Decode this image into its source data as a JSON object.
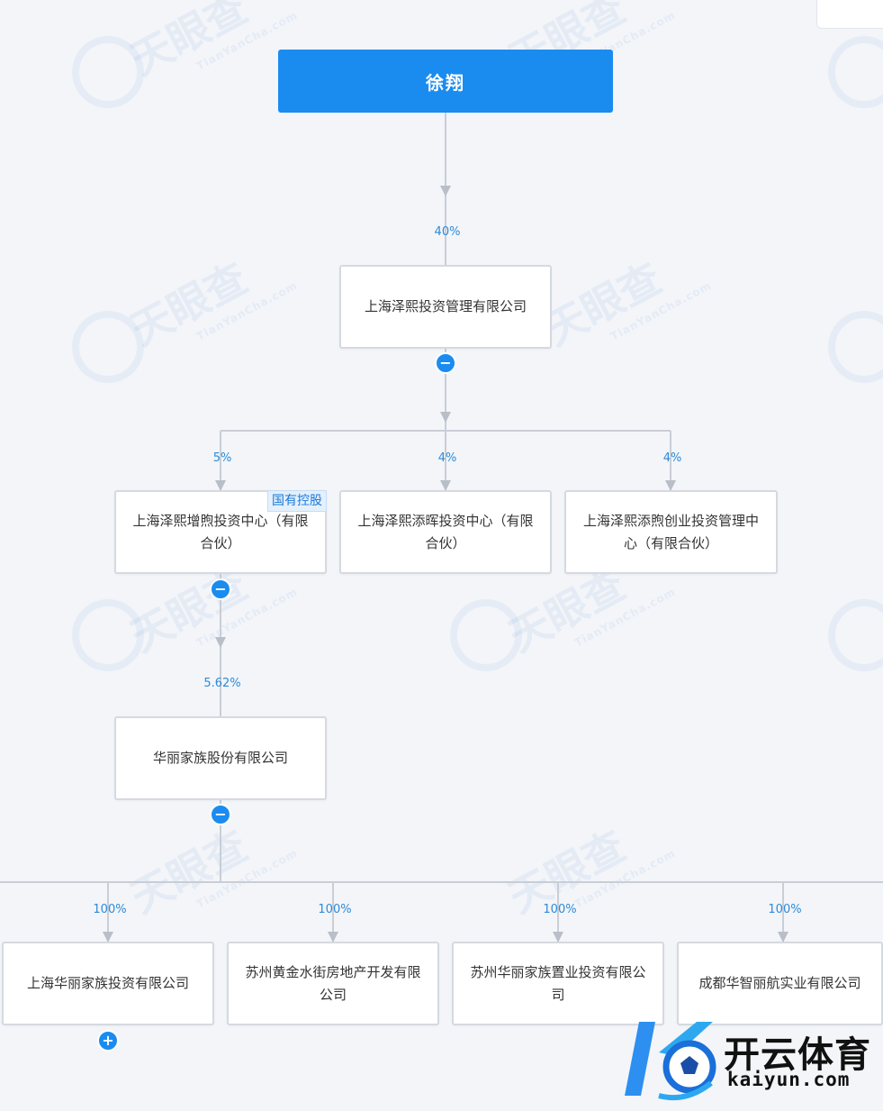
{
  "root": {
    "name": "徐翔"
  },
  "edges": {
    "root_to_l1": "40%",
    "l1_to_a": "5%",
    "l1_to_b": "4%",
    "l1_to_c": "4%",
    "a_to_hl": "5.62%",
    "hl_to_s1": "100%",
    "hl_to_s2": "100%",
    "hl_to_s3": "100%",
    "hl_to_s4": "100%"
  },
  "nodes": {
    "l1": "上海泽熙投资管理有限公司",
    "a": "上海泽熙增煦投资中心（有限合伙）",
    "a_badge": "国有控股",
    "b": "上海泽熙添晖投资中心（有限合伙）",
    "c": "上海泽熙添煦创业投资管理中心（有限合伙）",
    "hl": "华丽家族股份有限公司",
    "s1": "上海华丽家族投资有限公司",
    "s2": "苏州黄金水街房地产开发有限公司",
    "s3": "苏州华丽家族置业投资有限公司",
    "s4": "成都华智丽航实业有限公司"
  },
  "toggles": {
    "collapse": "−",
    "expand": "+"
  },
  "watermark": {
    "text": "天眼查",
    "sub": "TianYanCha.com"
  },
  "logo": {
    "name": "开云体育",
    "domain": "kaiyun.com"
  },
  "colors": {
    "accent": "#1a8cf0",
    "line": "#c9ced6",
    "pct": "#2d8ad8"
  }
}
